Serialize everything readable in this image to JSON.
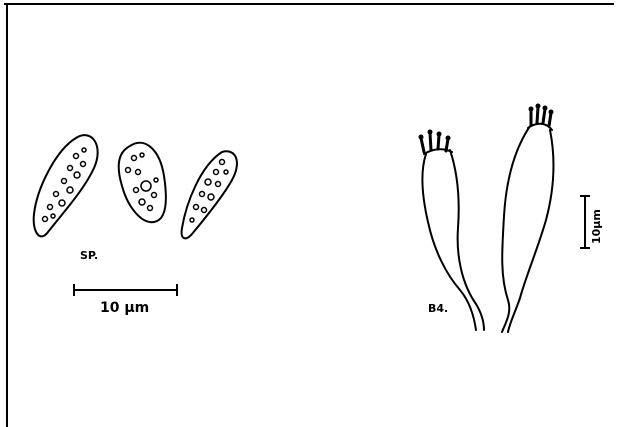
{
  "labels": {
    "spores": "SP.",
    "spores_scale": "10 µm",
    "basidia": "B4.",
    "basidia_scale": "10µm"
  },
  "colors": {
    "ink": "#000000",
    "paper": "#ffffff"
  }
}
